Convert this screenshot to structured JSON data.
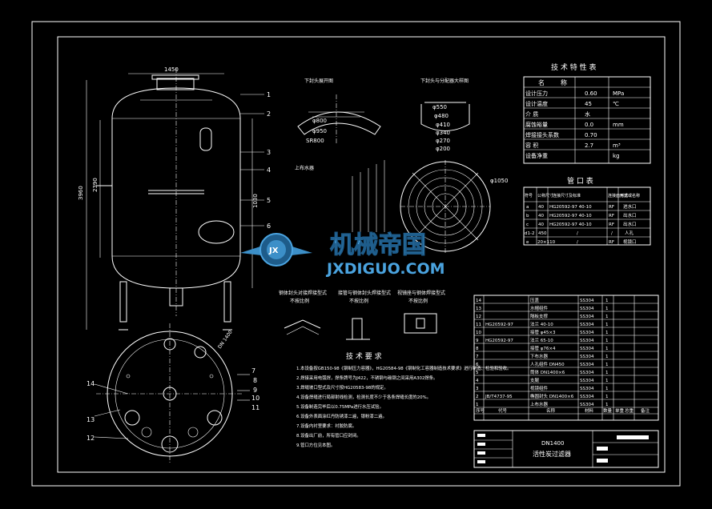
{
  "spec_table": {
    "title": "技 术 特 性 表",
    "header": [
      "名",
      "称"
    ],
    "rows": [
      {
        "name": "设计压力",
        "value": "0.60",
        "unit": "MPa"
      },
      {
        "name": "设计温度",
        "value": "45",
        "unit": "℃"
      },
      {
        "name": "介    质",
        "value": "水",
        "unit": ""
      },
      {
        "name": "腐蚀裕量",
        "value": "0.0",
        "unit": "mm"
      },
      {
        "name": "焊接接头系数",
        "value": "0.70",
        "unit": ""
      },
      {
        "name": "容    积",
        "value": "2.7",
        "unit": "m³"
      },
      {
        "name": "设备净重",
        "value": "",
        "unit": "kg"
      }
    ]
  },
  "nozzle_table": {
    "title": "管 口 表",
    "headers": [
      "符号",
      "公称尺寸",
      "连接尺寸及标准",
      "连接面形式",
      "用途或名称"
    ],
    "rows": [
      {
        "mark": "a",
        "dn": "40",
        "std": "HG20592-97 40-10",
        "face": "RF",
        "use": "进水口"
      },
      {
        "mark": "b",
        "dn": "40",
        "std": "HG20592-97 40-10",
        "face": "RF",
        "use": "出水口"
      },
      {
        "mark": "c",
        "dn": "40",
        "std": "HG20592-97 40-10",
        "face": "RF",
        "use": "出水口"
      },
      {
        "mark": "d1-2",
        "dn": "450",
        "std": "/",
        "face": "/",
        "use": "人孔"
      },
      {
        "mark": "e",
        "dn": "20×110",
        "std": "/",
        "face": "RF",
        "use": "视镜口"
      }
    ]
  },
  "views": {
    "label_upper_head": "下封头展开图",
    "label_distributor": "下封头与分配器大样图",
    "label_top_water": "上布水器",
    "label_weld1": "钢体封头对接焊接型式",
    "label_weld2": "接管与钢体封头焊接型式",
    "label_weld3": "视镜座与钢体焊接型式",
    "scale_note": "不按比例",
    "dims_head": [
      "φ800",
      "φ950",
      "SR800"
    ],
    "dims_distributor": [
      "φ550",
      "φ480",
      "φ410",
      "φ340",
      "φ270",
      "φ200",
      "φ1050"
    ],
    "dims_vertical": [
      "3960",
      "2390",
      "1030",
      "1450"
    ],
    "balloons": [
      "1",
      "2",
      "3",
      "4",
      "5",
      "6",
      "7",
      "8",
      "9",
      "10",
      "11",
      "12",
      "13",
      "14"
    ],
    "angle_label": "DN 1400"
  },
  "tech_requirements": {
    "title": "技 术 要 求",
    "items": [
      "1.本设备按GB150-98《钢制压力容器》，HG20584-98《钢制化工容器制造技术要求》进行制造、检验和验收。",
      "2.焊接采用电弧焊，焊条牌号为J422，不锈钢与碳钢之间采用A302焊条。",
      "3.焊缝坡口型式及尺寸按HG20583-98的规定。",
      "4.设备焊缝进行局部射线检测，检测长度不少于各条焊缝长度的20%。",
      "5.设备制造完毕后以0.75MPa进行水压试验。",
      "6.设备外表面涂红丹防锈漆二遍，银粉漆二遍。",
      "7.设备内衬里要求：衬胶防腐。",
      "8.设备出厂前，所有管口应封闭。",
      "9.管口方位见本图。"
    ]
  },
  "bom": {
    "rows": [
      {
        "no": "14",
        "std": "",
        "name": "压盖",
        "qty": "1",
        "mat": "SS304"
      },
      {
        "no": "13",
        "std": "",
        "name": "水帽组件",
        "qty": "1",
        "mat": "SS304"
      },
      {
        "no": "12",
        "std": "",
        "name": "隔板支撑",
        "qty": "1",
        "mat": "SS304"
      },
      {
        "no": "11",
        "std": "HG20592-97",
        "name": "法兰 40-10",
        "qty": "1",
        "mat": "SS304"
      },
      {
        "no": "10",
        "std": "",
        "name": "接管 φ45×3",
        "qty": "1",
        "mat": "SS304"
      },
      {
        "no": "9",
        "std": "HG20592-97",
        "name": "法兰 65-10",
        "qty": "1",
        "mat": "SS304"
      },
      {
        "no": "8",
        "std": "",
        "name": "接管 φ76×4",
        "qty": "1",
        "mat": "SS304"
      },
      {
        "no": "7",
        "std": "",
        "name": "下布水器",
        "qty": "1",
        "mat": "SS304"
      },
      {
        "no": "6",
        "std": "",
        "name": "人孔组件 DN450",
        "qty": "1",
        "mat": "SS304"
      },
      {
        "no": "5",
        "std": "",
        "name": "筒体 DN1400×6",
        "qty": "1",
        "mat": "SS304"
      },
      {
        "no": "4",
        "std": "",
        "name": "支腿",
        "qty": "1",
        "mat": "SS304"
      },
      {
        "no": "3",
        "std": "",
        "name": "视镜组件",
        "qty": "1",
        "mat": "SS304"
      },
      {
        "no": "2",
        "std": "JB/T4737-95",
        "name": "椭圆封头 DN1400×6",
        "qty": "1",
        "mat": "SS304"
      },
      {
        "no": "1",
        "std": "",
        "name": "上布水器",
        "qty": "1",
        "mat": "SS304"
      }
    ],
    "headers": [
      "序号",
      "代号",
      "名称",
      "数量",
      "材料",
      "单重",
      "总重",
      "备注"
    ]
  },
  "title_block": {
    "size": "DN1400",
    "name": "活性炭过滤器"
  },
  "watermark": {
    "cn": "机械帝国",
    "en": "JXDIGUO.COM",
    "badge": "JX"
  },
  "colors": {
    "background": "#000000",
    "lines": "#ffffff",
    "watermark_blue": "#3c8fc8",
    "watermark_text": "#4aa3df"
  }
}
